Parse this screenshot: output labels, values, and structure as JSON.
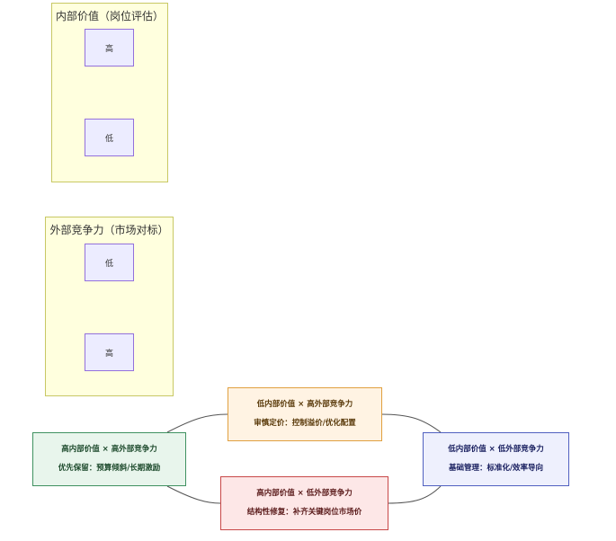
{
  "internal": {
    "title": "内部价值（岗位评估）",
    "high": "高",
    "low": "低"
  },
  "external": {
    "title": "外部竞争力（市场对标）",
    "low": "低",
    "high": "高"
  },
  "quadrants": [
    {
      "title": "高内部价值 × 高外部竞争力",
      "desc": "优先保留：预算倾斜/长期激励",
      "fill": "#e8f5ec",
      "border": "#3f9160",
      "text": "#1d4a2c"
    },
    {
      "title": "低内部价值 × 高外部竞争力",
      "desc": "审慎定价：控制溢价/优化配置",
      "fill": "#fff3e3",
      "border": "#e0a040",
      "text": "#5a3a0a"
    },
    {
      "title": "高内部价值 × 低外部竞争力",
      "desc": "结构性修复：补齐关键岗位市场价",
      "fill": "#fde7e7",
      "border": "#c84848",
      "text": "#5a1a1a"
    },
    {
      "title": "低内部价值 × 低外部竞争力",
      "desc": "基础管理：标准化/效率导向",
      "fill": "#eef0fd",
      "border": "#5060c0",
      "text": "#1a2060"
    }
  ]
}
